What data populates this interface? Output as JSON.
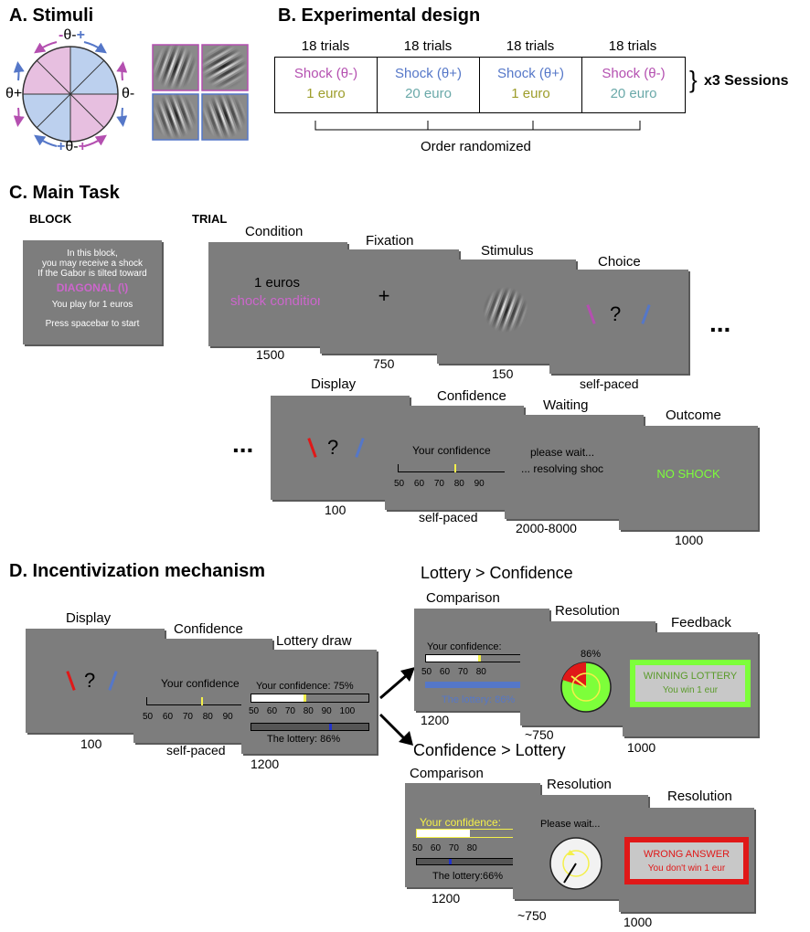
{
  "panelA": {
    "title": "A. Stimuli",
    "theta_minus": "θ-",
    "theta_plus": "θ+",
    "wheel_sign_minus": "-",
    "wheel_sign_plus": "+"
  },
  "panelB": {
    "title": "B. Experimental design",
    "blocks": [
      {
        "trials": "18 trials",
        "shock": "Shock (θ-)",
        "reward": "1 euro",
        "shock_color": "#b44fb0",
        "reward_color": "#9d9d2a"
      },
      {
        "trials": "18 trials",
        "shock": "Shock (θ+)",
        "reward": "20 euro",
        "shock_color": "#5577c8",
        "reward_color": "#6aa9a9"
      },
      {
        "trials": "18 trials",
        "shock": "Shock (θ+)",
        "reward": "1 euro",
        "shock_color": "#5577c8",
        "reward_color": "#9d9d2a"
      },
      {
        "trials": "18 trials",
        "shock": "Shock (θ-)",
        "reward": "20 euro",
        "shock_color": "#b44fb0",
        "reward_color": "#6aa9a9"
      }
    ],
    "sessions": "x3 Sessions",
    "order": "Order randomized"
  },
  "panelC": {
    "title": "C. Main Task",
    "block_label": "BLOCK",
    "trial_label": "TRIAL",
    "block_screen": {
      "line1": "In this block,",
      "line2": "you may receive a shock",
      "line3": "If the Gabor is tilted toward",
      "diag": "DIAGONAL (\\)",
      "play": "You play for 1 euros",
      "start": "Press spacebar to start"
    },
    "condition": {
      "label": "Condition",
      "line1": "1 euros",
      "line2": "shock condition",
      "dur": "1500"
    },
    "fixation": {
      "label": "Fixation",
      "symbol": "+",
      "dur": "750"
    },
    "stimulus": {
      "label": "Stimulus",
      "dur": "150"
    },
    "choice": {
      "label": "Choice",
      "q": "?",
      "dur": "self-paced"
    },
    "ellipsis": "...",
    "display": {
      "label": "Display",
      "q": "?",
      "dur": "100"
    },
    "confidence": {
      "label": "Confidence",
      "text": "Your confidence",
      "ticks": [
        "50",
        "60",
        "70",
        "80",
        "90"
      ],
      "dur": "self-paced"
    },
    "waiting": {
      "label": "Waiting",
      "line1": "please wait...",
      "line2": "... resolving shoc",
      "dur": "2000-8000"
    },
    "outcome": {
      "label": "Outcome",
      "text": "NO SHOCK",
      "dur": "1000"
    }
  },
  "panelD": {
    "title": "D. Incentivization mechanism",
    "display": {
      "label": "Display",
      "q": "?",
      "dur": "100"
    },
    "confidence": {
      "label": "Confidence",
      "text": "Your confidence",
      "ticks": [
        "50",
        "60",
        "70",
        "80",
        "90"
      ],
      "dur": "self-paced"
    },
    "lottery": {
      "label": "Lottery draw",
      "conf_text": "Your confidence: 75%",
      "lot_text": "The lottery: 86%",
      "ticks": [
        "50",
        "60",
        "70",
        "80",
        "90",
        "100"
      ],
      "dur": "1200"
    },
    "branch1": {
      "title": "Lottery > Confidence",
      "comparison": {
        "label": "Comparison",
        "conf_text": "Your confidence:",
        "lot_text": "The lottery: 86%",
        "ticks": [
          "50",
          "60",
          "70",
          "80"
        ],
        "dur": "1200"
      },
      "resolution": {
        "label": "Resolution",
        "pct": "86%",
        "dur": "~750"
      },
      "feedback": {
        "label": "Feedback",
        "line1": "WINNING LOTTERY",
        "line2": "You win 1 eur",
        "dur": "1000"
      }
    },
    "branch2": {
      "title": "Confidence > Lottery",
      "comparison": {
        "label": "Comparison",
        "conf_text": "Your confidence:",
        "lot_text": "The lottery:66%",
        "ticks": [
          "50",
          "60",
          "70",
          "80"
        ],
        "dur": "1200"
      },
      "resolution": {
        "label": "Resolution",
        "text": "Please wait...",
        "dur": "~750"
      },
      "feedback": {
        "label": "Resolution",
        "line1": "WRONG ANSWER",
        "line2": "You don't win 1 eur",
        "dur": "1000"
      }
    }
  },
  "colors": {
    "purple": "#b44fb0",
    "blue": "#5577c8",
    "gray": "#7d7d7d",
    "green": "#7dff3a",
    "red": "#e01818",
    "yellow": "#f4f04a"
  }
}
